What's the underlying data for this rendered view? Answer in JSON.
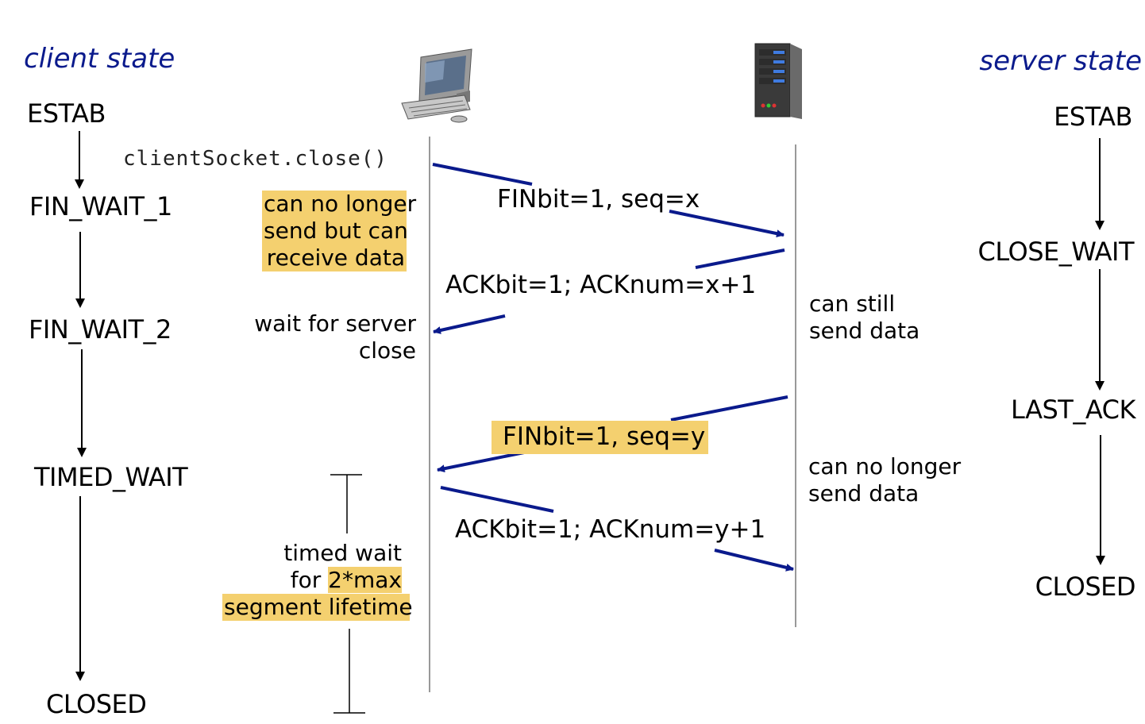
{
  "headers": {
    "client": "client state",
    "server": "server state"
  },
  "client_states": [
    "ESTAB",
    "FIN_WAIT_1",
    "FIN_WAIT_2",
    "TIMED_WAIT",
    "CLOSED"
  ],
  "server_states": [
    "ESTAB",
    "CLOSE_WAIT",
    "LAST_ACK",
    "CLOSED"
  ],
  "call": "clientSocket.close()",
  "messages": {
    "fin_client": "FINbit=1, seq=x",
    "ack_server": "ACKbit=1; ACKnum=x+1",
    "fin_server": "FINbit=1, seq=y",
    "ack_client": "ACKbit=1; ACKnum=y+1"
  },
  "notes": {
    "client_half_close": [
      "can no longer",
      "send but can",
      "receive data"
    ],
    "wait_server": [
      "wait for server",
      "close"
    ],
    "server_can_send": [
      "can still",
      "send data"
    ],
    "server_cannot_send": [
      "can no longer",
      "send data"
    ],
    "timed_wait_prefix": "timed wait",
    "timed_wait_for": "for ",
    "timed_wait_max": "2*max",
    "timed_wait_lifetime": "segment lifetime"
  },
  "colors": {
    "arrow": "#0a1a8c",
    "highlight": "#f4d06f",
    "header": "#0a1a8c"
  },
  "icons": {
    "client": "desktop-computer-icon",
    "server": "server-tower-icon"
  }
}
